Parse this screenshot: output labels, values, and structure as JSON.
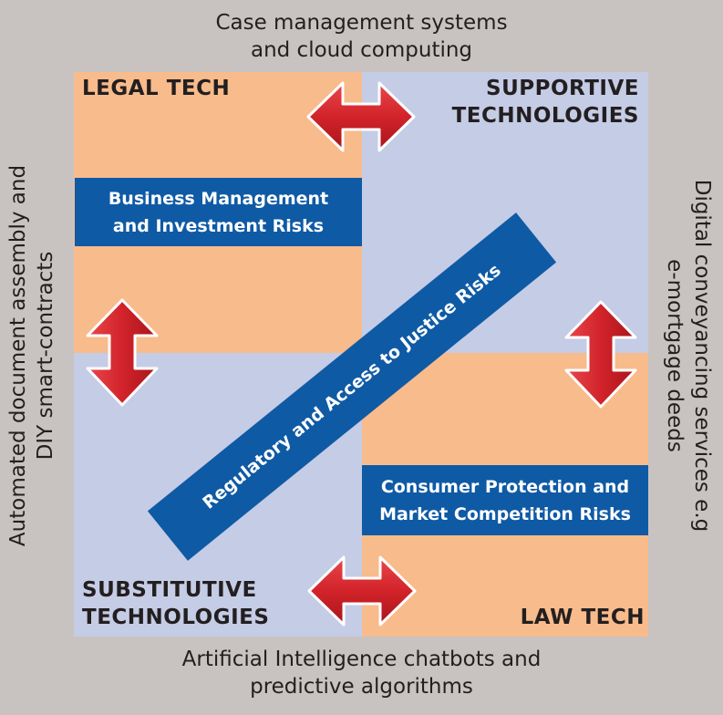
{
  "outer": {
    "top": [
      "Case management systems",
      "and cloud computing"
    ],
    "bottom": [
      "Artificial Intelligence chatbots and",
      "predictive algorithms"
    ],
    "left": [
      "Automated document assembly and",
      "DIY smart-contracts"
    ],
    "right": [
      "Digital conveyancing services e.g",
      "e-mortgage deeds"
    ]
  },
  "quadrants": {
    "legal_tech": [
      "LEGAL TECH"
    ],
    "supportive": [
      "SUPPORTIVE",
      "TECHNOLOGIES"
    ],
    "substitutive": [
      "SUBSTITUTIVE",
      "TECHNOLOGIES"
    ],
    "law_tech": [
      "LAW TECH"
    ]
  },
  "risks": {
    "business": [
      "Business Management",
      "and Investment Risks"
    ],
    "consumer": [
      "Consumer Protection and",
      "Market Competition Risks"
    ],
    "regulatory": "Regulatory and Access to Justice Risks"
  },
  "colors": {
    "background": "#c8c3c1",
    "orange": "#f8bb8c",
    "lavender": "#c5cce5",
    "blue": "#0f5aa5",
    "arrow_red": "#d2232a"
  }
}
